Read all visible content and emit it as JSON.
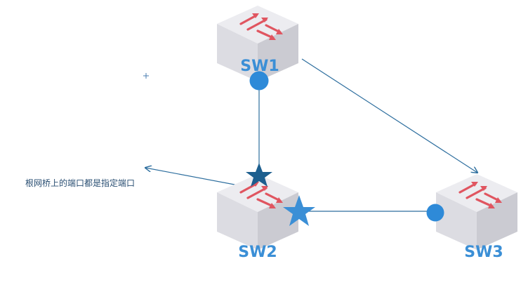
{
  "switches": [
    {
      "id": "sw1",
      "label": "SW1"
    },
    {
      "id": "sw2",
      "label": "SW2"
    },
    {
      "id": "sw3",
      "label": "SW3"
    }
  ],
  "annotation": {
    "text": "根网桥上的端口都是指定端口"
  },
  "colors": {
    "label": "#3b8fd6",
    "link": "#2d6e9e",
    "designated_port": "#2e8ad8",
    "root_port_star_dark": "#1d5f8f",
    "root_port_star_light": "#3b8fd6",
    "arrow_red": "#e05560",
    "box_top": "#ececf0",
    "box_left": "#dcdce2",
    "box_right": "#cbcbd2",
    "crosshair": "#4a7db0"
  }
}
